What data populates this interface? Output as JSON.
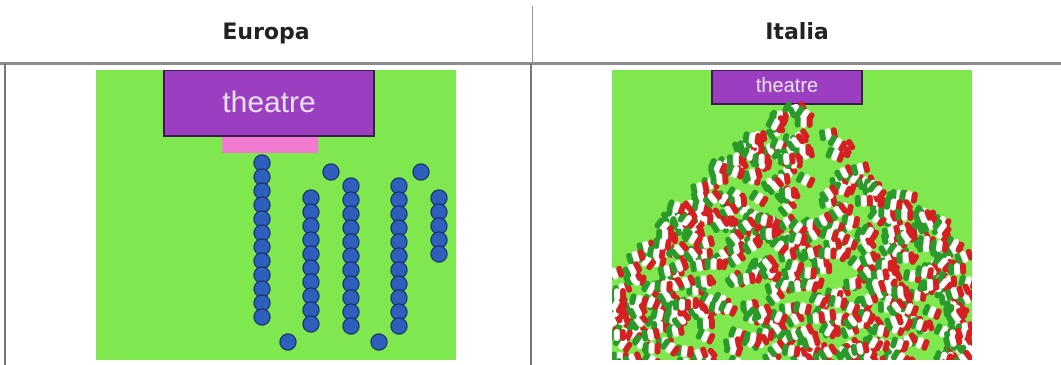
{
  "table": {
    "headers": [
      "Europa",
      "Italia"
    ]
  },
  "left_scene": {
    "theatre_label": "theatre",
    "background_color": "#7fe84f",
    "theatre_color": "#9b3fc0",
    "door_color": "#f27ad1",
    "person_color": "#2f5fbd",
    "arrangement": "single-file serpentine queue"
  },
  "right_scene": {
    "theatre_label": "theatre",
    "background_color": "#7fe84f",
    "theatre_color": "#9b3fc0",
    "crowd_colors": [
      "#2a9a2a",
      "#ffffff",
      "#d42020"
    ],
    "arrangement": "disordered crowd"
  }
}
